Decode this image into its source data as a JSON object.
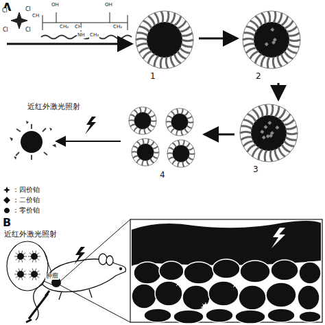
{
  "diagram": {
    "nodes": [
      {
        "text": [
          "1"
        ]
      },
      {
        "text": [
          "2"
        ]
      },
      {
        "text": [
          "3"
        ]
      },
      {
        "text": [
          "4"
        ]
      }
    ],
    "edges": [
      {
        "from": 0,
        "to": 1,
        "arrow": "to"
      },
      {
        "from": 1,
        "to": 2,
        "arrow": "to"
      },
      {
        "from": 2,
        "to": 3,
        "arrow": "to"
      }
    ],
    "labels": [
      "A",
      "Cl",
      "Cl",
      "Cl",
      "Cl",
      "OH",
      "CH₂",
      "CH",
      "NH",
      "CH₃",
      "OH",
      "CH₂",
      "CH",
      "近红外激光照射",
      "B",
      "近红外激光照射",
      "肿瘤"
    ],
    "legend": [
      {
        "text": "：四价铂"
      },
      {
        "text": "：二价铂"
      },
      {
        "text": "：零价铂"
      }
    ]
  }
}
